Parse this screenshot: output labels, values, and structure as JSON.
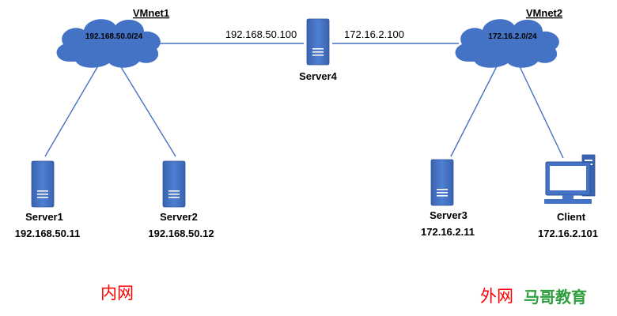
{
  "colors": {
    "cloud_fill": "#4472c4",
    "device_fill": "#4472c4",
    "link_stroke": "#4472c4",
    "zone_label": "#ff0000",
    "watermark_green": "#2e9e3e"
  },
  "clouds": {
    "vmnet1": {
      "name": "VMnet1",
      "subnet": "192.168.50.0/24"
    },
    "vmnet2": {
      "name": "VMnet2",
      "subnet": "172.16.2.0/24"
    }
  },
  "router": {
    "name": "Server4",
    "ip_left": "192.168.50.100",
    "ip_right": "172.16.2.100",
    "icon": "server-icon"
  },
  "hosts": {
    "server1": {
      "name": "Server1",
      "ip": "192.168.50.11",
      "icon": "server-icon"
    },
    "server2": {
      "name": "Server2",
      "ip": "192.168.50.12",
      "icon": "server-icon"
    },
    "server3": {
      "name": "Server3",
      "ip": "172.16.2.11",
      "icon": "server-icon"
    },
    "client": {
      "name": "Client",
      "ip": "172.16.2.101",
      "icon": "desktop-computer-icon"
    }
  },
  "zones": {
    "internal": "内网",
    "external": "外网"
  },
  "watermark": "马哥教育"
}
